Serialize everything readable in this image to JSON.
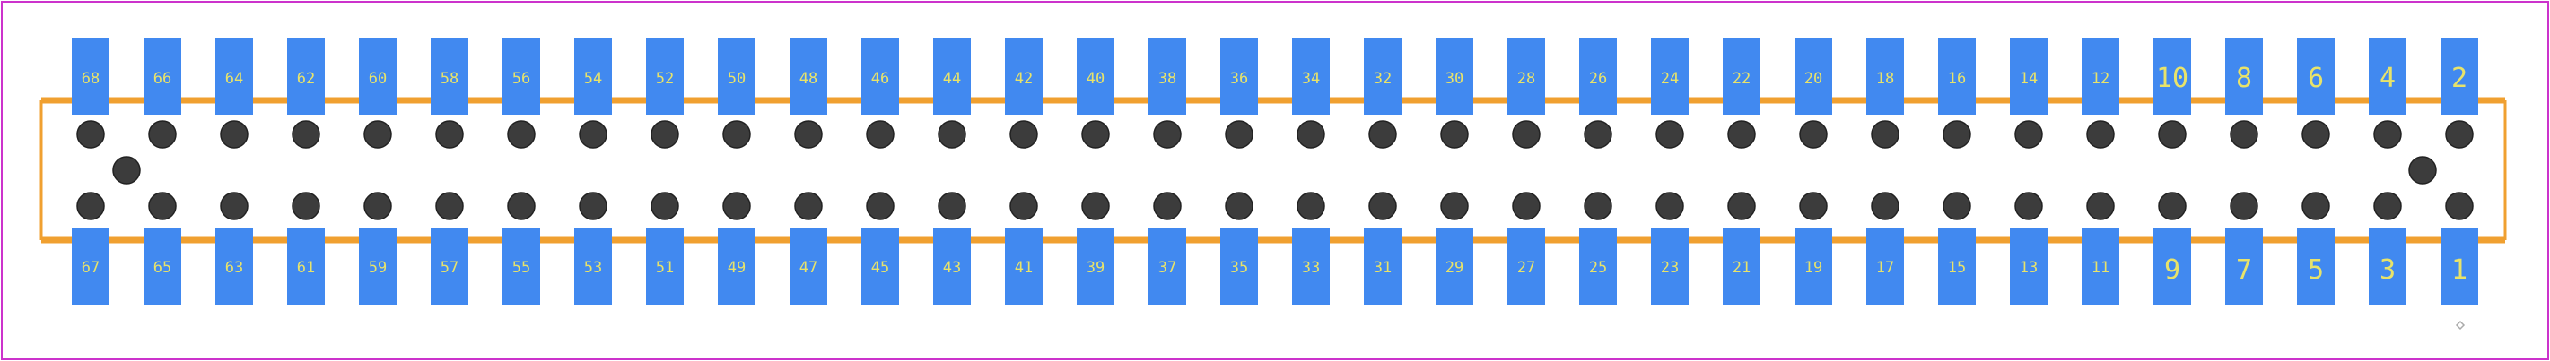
{
  "footprint": {
    "top_pad_labels": [
      "68",
      "66",
      "64",
      "62",
      "60",
      "58",
      "56",
      "54",
      "52",
      "50",
      "48",
      "46",
      "44",
      "42",
      "40",
      "38",
      "36",
      "34",
      "32",
      "30",
      "28",
      "26",
      "24",
      "22",
      "20",
      "18",
      "16",
      "14",
      "12",
      "10",
      "8",
      "6",
      "4",
      "2"
    ],
    "bottom_pad_labels": [
      "67",
      "65",
      "63",
      "61",
      "59",
      "57",
      "55",
      "53",
      "51",
      "49",
      "47",
      "45",
      "43",
      "41",
      "39",
      "37",
      "35",
      "33",
      "31",
      "29",
      "27",
      "25",
      "23",
      "21",
      "19",
      "17",
      "15",
      "13",
      "11",
      "9",
      "7",
      "5",
      "3",
      "1"
    ]
  },
  "colors": {
    "background": "#ffffff",
    "border": "#cc33cc",
    "pad": "#4189f0",
    "pad_label": "#e8e36a",
    "outline": "#f0a030",
    "hole": "#3c3c3c",
    "hole_ring": "#222222",
    "origin_marker": "#aaaaaa"
  }
}
